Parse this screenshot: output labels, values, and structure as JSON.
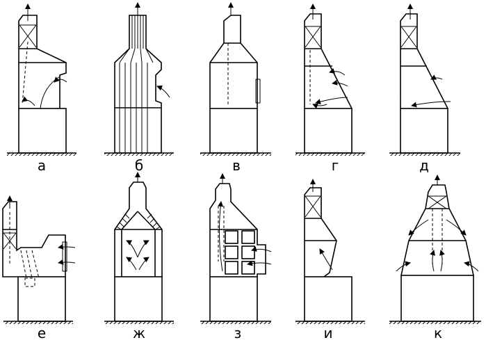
{
  "labels": [
    "а",
    "б",
    "в",
    "г",
    "д",
    "е",
    "ж",
    "з",
    "и",
    "к"
  ],
  "colors": {
    "ink": "#000000",
    "paper": "#ffffff"
  }
}
